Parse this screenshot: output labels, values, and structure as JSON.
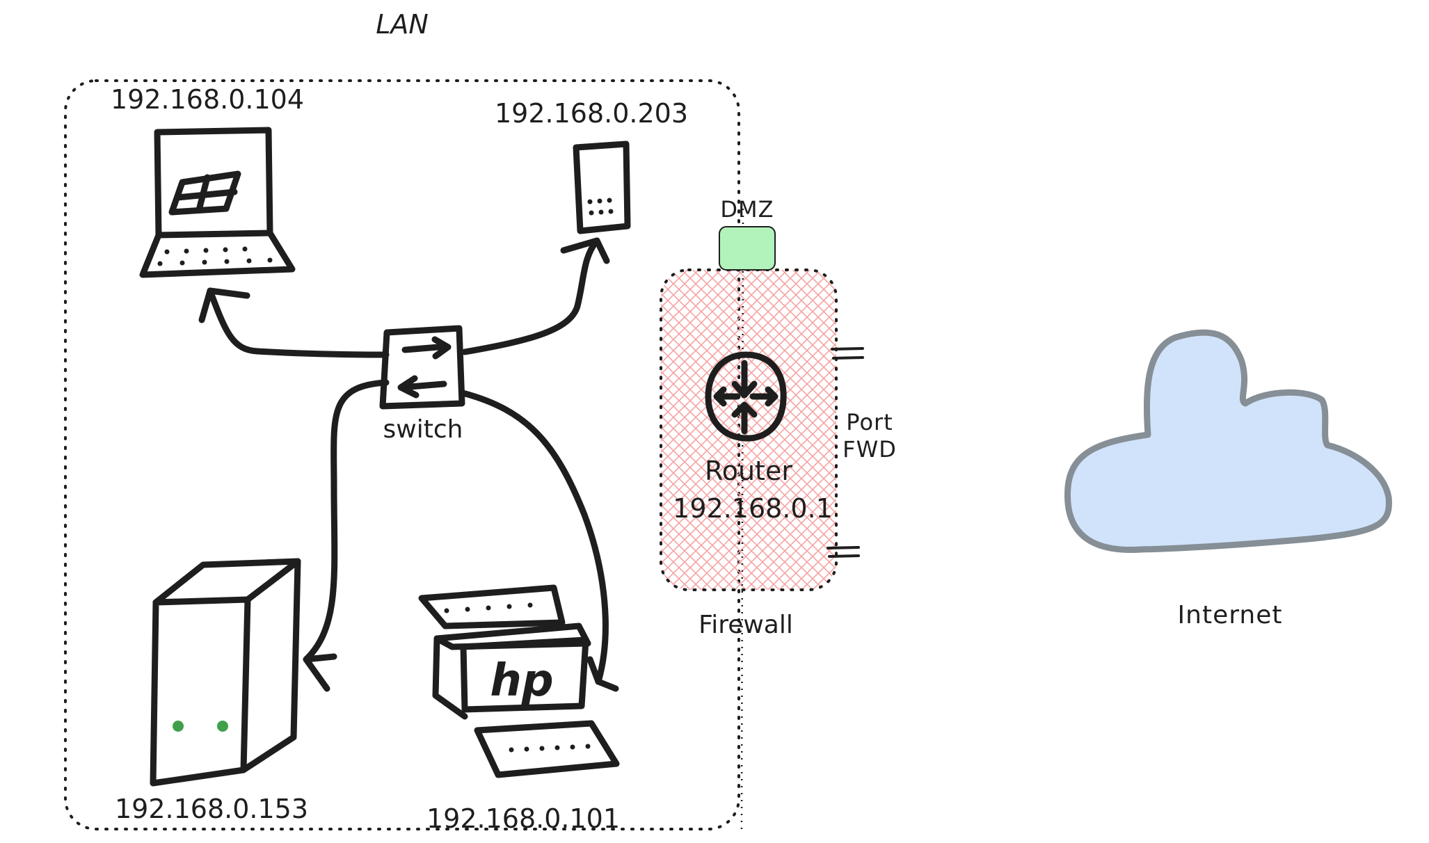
{
  "lan": {
    "title": "LAN"
  },
  "devices": {
    "laptop": {
      "ip": "192.168.0.104"
    },
    "phone": {
      "ip": "192.168.0.203"
    },
    "server": {
      "ip": "192.168.0.153"
    },
    "printer": {
      "ip": "192.168.0.101",
      "brand": "hp"
    }
  },
  "switch": {
    "label": "switch"
  },
  "router": {
    "label": "Router",
    "ip": "192.168.0.1"
  },
  "firewall": {
    "label": "Firewall"
  },
  "dmz": {
    "label": "DMZ"
  },
  "port_fwd": {
    "line1": "Port",
    "line2": "FWD"
  },
  "internet": {
    "label": "Internet"
  },
  "colors": {
    "dmz_fill": "#b2f2bb",
    "firewall_hatch": "#ffc9c9",
    "cloud_fill": "#d0e3fa",
    "cloud_stroke": "#868e96",
    "server_led": "#40a04a",
    "ink": "#1e1e1e"
  }
}
